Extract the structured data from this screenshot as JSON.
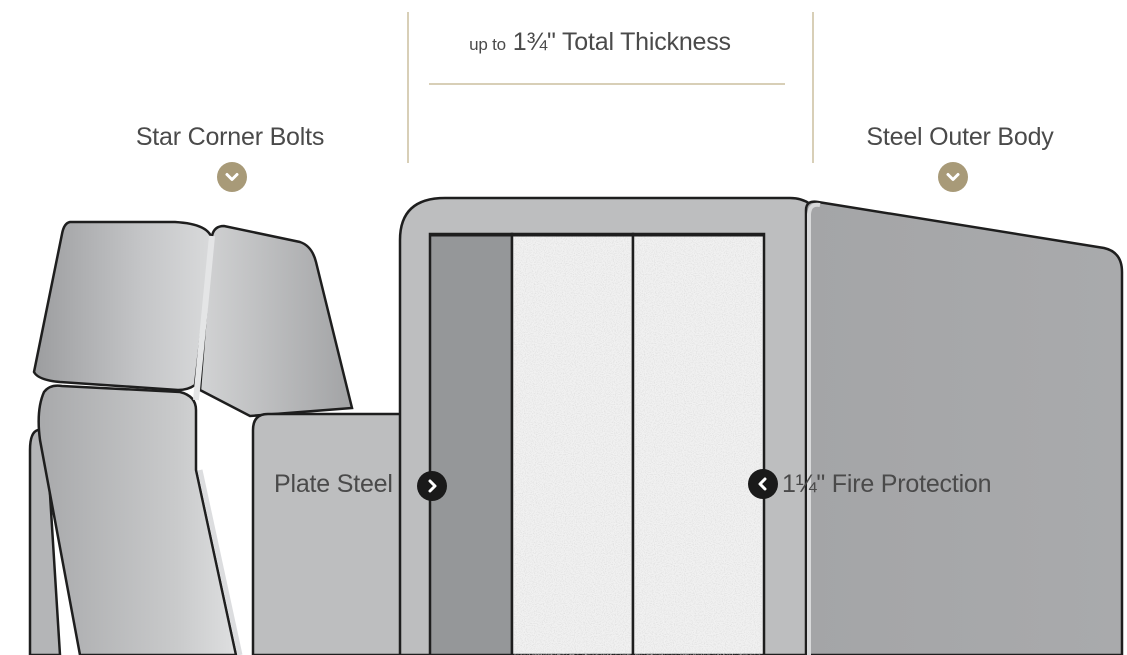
{
  "labels": {
    "thickness_prefix": "up to",
    "thickness_text": "1¾\" Total Thickness",
    "star_corner_bolts": "Star Corner Bolts",
    "steel_outer_body": "Steel Outer Body",
    "plate_steel": "Plate Steel",
    "fire_protection": "1¼\" Fire Protection"
  },
  "icons": {
    "star_corner_bolts": "chevron-down-circle-icon",
    "steel_outer_body": "chevron-down-circle-icon",
    "plate_steel": "chevron-right-circle-icon",
    "fire_protection": "chevron-left-circle-icon"
  },
  "colors": {
    "accent_gold": "#b5a682",
    "divider_gold": "#cbbf9f",
    "callout_badge_gold": "#a89a78",
    "pointer_badge_dark": "#1a1a1a",
    "text_gray": "#4a4a4a",
    "steel_light": "#bdbebf",
    "steel_mid": "#a7a8aa",
    "plate_steel_dark": "#959799",
    "insulation_white": "#f1f1f1"
  }
}
